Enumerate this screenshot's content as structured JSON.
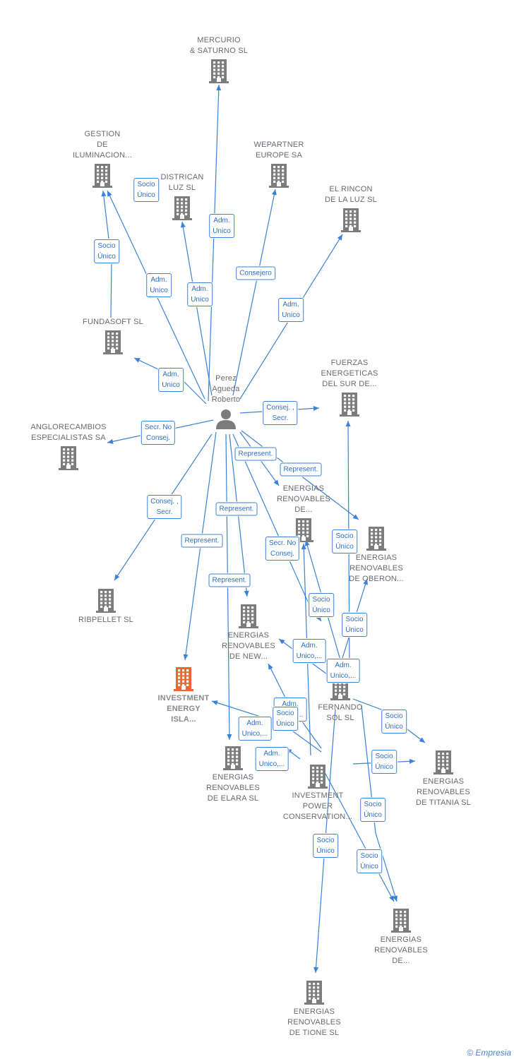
{
  "colors": {
    "edge": "#3b82d6",
    "building": "#7c7c7c",
    "focus": "#f26533",
    "person": "#7c7c7c"
  },
  "nodes": [
    {
      "id": "mercurio",
      "label": "MERCURIO\n& SATURNO  SL",
      "icon": "building-icon"
    },
    {
      "id": "gestion",
      "label": "GESTION\nDE\nILUMINACION...",
      "icon": "building-icon"
    },
    {
      "id": "wepartner",
      "label": "WEPARTNER\nEUROPE SA",
      "icon": "building-icon"
    },
    {
      "id": "districan",
      "label": "DISTRICAN\nLUZ SL",
      "icon": "building-icon"
    },
    {
      "id": "elrincon",
      "label": "EL RINCON\nDE LA LUZ SL",
      "icon": "building-icon"
    },
    {
      "id": "fundasoft",
      "label": "FUNDASOFT SL",
      "icon": "building-icon"
    },
    {
      "id": "perez",
      "label": "Perez\nAgueda\nRoberto",
      "icon": "person-icon"
    },
    {
      "id": "fuerzas",
      "label": "FUERZAS\nENERGETICAS\nDEL SUR DE...",
      "icon": "building-icon"
    },
    {
      "id": "anglo",
      "label": "ANGLORECAMBIOS\nESPECIALISTAS SA",
      "icon": "building-icon"
    },
    {
      "id": "er_de",
      "label": "ENERGIAS\nRENOVABLES\nDE...",
      "icon": "building-icon"
    },
    {
      "id": "oberon",
      "label": "ENERGIAS\nRENOVABLES\nDE OBERON...",
      "icon": "building-icon"
    },
    {
      "id": "ribpellet",
      "label": "RIBPELLET SL",
      "icon": "building-icon"
    },
    {
      "id": "newx",
      "label": "ENERGIAS\nRENOVABLES\nDE NEW...",
      "icon": "building-icon"
    },
    {
      "id": "investment_isla",
      "label": "INVESTMENT\nENERGY\nISLA...",
      "icon": "building-icon",
      "focus": true
    },
    {
      "id": "fernando",
      "label": "FERNANDO\nSOL SL",
      "icon": "building-icon"
    },
    {
      "id": "elara",
      "label": "ENERGIAS\nRENOVABLES\nDE ELARA  SL",
      "icon": "building-icon"
    },
    {
      "id": "ipc",
      "label": "INVESTMENT\nPOWER\nCONSERVATION...",
      "icon": "building-icon"
    },
    {
      "id": "titania",
      "label": "ENERGIAS\nRENOVABLES\nDE TITANIA  SL",
      "icon": "building-icon"
    },
    {
      "id": "er_de2",
      "label": "ENERGIAS\nRENOVABLES\nDE...",
      "icon": "building-icon"
    },
    {
      "id": "tione",
      "label": "ENERGIAS\nRENOVABLES\nDE TIONE  SL",
      "icon": "building-icon"
    }
  ],
  "edge_labels": [
    {
      "id": "l1",
      "text": "Socio\nÚnico"
    },
    {
      "id": "l2",
      "text": "Adm.\nUnico"
    },
    {
      "id": "l3",
      "text": "Socio\nÚnico"
    },
    {
      "id": "l4",
      "text": "Adm.\nUnico"
    },
    {
      "id": "l5",
      "text": "Adm.\nUnico"
    },
    {
      "id": "l6",
      "text": "Consejero"
    },
    {
      "id": "l7",
      "text": "Adm.\nUnico"
    },
    {
      "id": "l8",
      "text": "Adm.\nUnico"
    },
    {
      "id": "l9",
      "text": "Consej. ,\nSecr."
    },
    {
      "id": "l10",
      "text": "Secr.  No\nConsej."
    },
    {
      "id": "l11",
      "text": "Represent."
    },
    {
      "id": "l12",
      "text": "Represent."
    },
    {
      "id": "l13",
      "text": "Consej. ,\nSecr."
    },
    {
      "id": "l14",
      "text": "Represent."
    },
    {
      "id": "l15",
      "text": "Represent."
    },
    {
      "id": "l16",
      "text": "Secr.  No\nConsej."
    },
    {
      "id": "l17",
      "text": "Socio\nÚnico"
    },
    {
      "id": "l18",
      "text": "Represent."
    },
    {
      "id": "l19",
      "text": "Socio\nÚnico"
    },
    {
      "id": "l20",
      "text": "Socio\nÚnico"
    },
    {
      "id": "l21",
      "text": "Adm.\nUnico,..."
    },
    {
      "id": "l22",
      "text": "Adm.\nUnico,..."
    },
    {
      "id": "l23",
      "text": "Adm.\nUnico,..."
    },
    {
      "id": "l24",
      "text": "Socio\nÚnico"
    },
    {
      "id": "l25",
      "text": "Adm.\nUnico,..."
    },
    {
      "id": "l26",
      "text": "Adm.\nUnico,..."
    },
    {
      "id": "l27",
      "text": "Socio\nÚnico"
    },
    {
      "id": "l28",
      "text": "Socio\nÚnico"
    },
    {
      "id": "l29",
      "text": "Socio\nÚnico"
    },
    {
      "id": "l30",
      "text": "Socio\nÚnico"
    },
    {
      "id": "l31",
      "text": "Socio\nÚnico"
    }
  ],
  "copyright": {
    "symbol": "©",
    "brand": "Empresia"
  }
}
